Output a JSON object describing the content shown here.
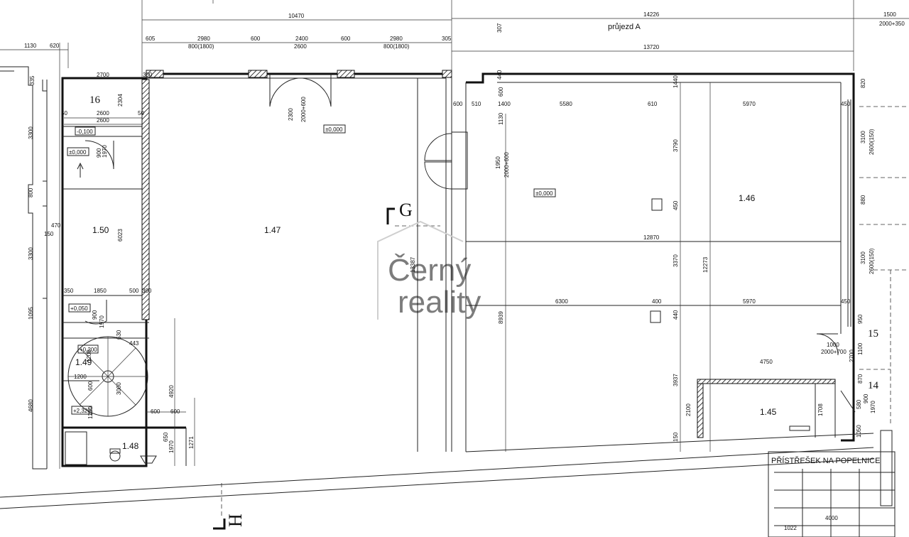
{
  "street_label": "průjezd A",
  "roof_label": "PŘÍSTŘEŠEK NA POPELNICE",
  "watermark": [
    "Černý",
    "reality"
  ],
  "section_marks": {
    "g": "G",
    "h": "H"
  },
  "rooms": {
    "r16": "16",
    "r147": "1.47",
    "r146": "1.46",
    "r150": "1.50",
    "r149": "1.49",
    "r148": "1.48",
    "r145": "1.45",
    "r15": "15",
    "r14": "14"
  },
  "levels": {
    "l1": "±0,000",
    "l2": "±0,000",
    "l3": "±0,000",
    "l4": "-0,100",
    "l5": "+0,050",
    "l6": "+0,200",
    "l7": "+2,320"
  },
  "dims_top": {
    "d10470": "10470",
    "d14226": "14226",
    "d1500": "1500",
    "d2000x350": "2000+350",
    "d13720": "13720",
    "d1130": "1130",
    "d620": "620",
    "d605": "605",
    "d2980a": "2980",
    "d600a": "600",
    "d2400": "2400",
    "d600b": "600",
    "d2980b": "2980",
    "d305": "305",
    "d800a": "800(1800)",
    "d2600": "2600",
    "d800b": "800(1800)",
    "d2700": "2700",
    "d300": "300",
    "d2600b": "2600",
    "d2600c": "2600",
    "d50a": "50",
    "d50b": "50"
  },
  "dims_right": {
    "d600c": "600",
    "d510": "510",
    "d1400": "1400",
    "d5580": "5580",
    "d610": "610",
    "d5970a": "5970",
    "d450a": "450",
    "d12870": "12870",
    "d6300": "6300",
    "d400": "400",
    "d5970b": "5970",
    "d450b": "450",
    "d4750": "4750",
    "d1000": "1000",
    "d2000x700": "2000+700"
  },
  "dims_lower": {
    "d350": "350",
    "d1850": "1850",
    "d500": "500",
    "d300b": "300",
    "d470": "470",
    "d150": "150",
    "d443": "443",
    "d1200a": "1200",
    "d600d": "600",
    "d600e": "600"
  },
  "dims_vertical": {
    "v335": "335",
    "v3300a": "3300",
    "v800": "800",
    "v3300b": "3300",
    "v1095": "1095",
    "v4680": "4680",
    "v2304": "2304",
    "v6023": "6023",
    "v900": "900",
    "v1970a": "1970",
    "v2300": "2300",
    "v2000x600a": "2000+600",
    "v13387": "13387",
    "v307": "307",
    "v440a": "440",
    "v600f": "600",
    "v1130": "1130",
    "v1950": "1950",
    "v2000x600b": "2000+600",
    "v8939": "8939",
    "v1440": "1440",
    "v3790": "3790",
    "v450c": "450",
    "v3370": "3370",
    "v12273": "12273",
    "v440b": "440",
    "v3937": "3937",
    "v2100": "2100",
    "v150": "150",
    "v1708": "1708",
    "v820": "820",
    "v3100a": "3100",
    "v2600x150a": "2600(150)",
    "v880": "880",
    "v3100b": "3100",
    "v2600x150b": "2600(150)",
    "v950": "950",
    "v1100": "1100",
    "v2700": "2700",
    "v870": "870",
    "v900b": "900",
    "v1970b": "1970",
    "v580": "580",
    "v1050": "1050",
    "v4920": "4920",
    "v1271": "1271",
    "v650": "650",
    "v1970c": "1970",
    "v900c": "900",
    "v1970d": "1970",
    "v630": "630",
    "v1200b": "1200",
    "v600g": "600",
    "v3000": "3000",
    "v1200c": "1200"
  },
  "dims_bottom": {
    "d4000": "4000",
    "d1022": "1022"
  }
}
